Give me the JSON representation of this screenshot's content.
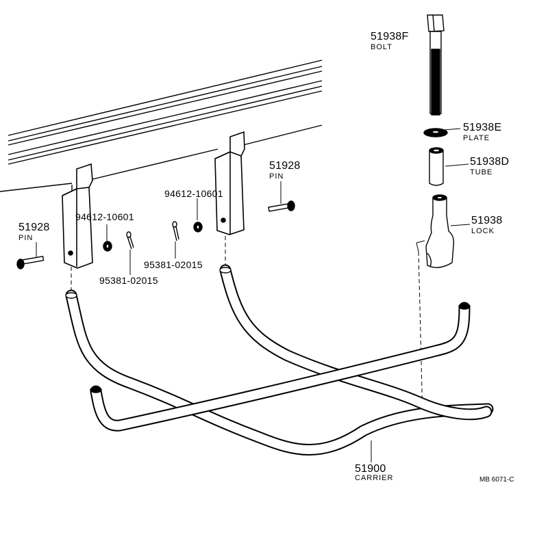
{
  "parts": {
    "bolt": {
      "number": "51938F",
      "name": "BOLT"
    },
    "plate": {
      "number": "51938E",
      "name": "PLATE"
    },
    "tube": {
      "number": "51938D",
      "name": "TUBE"
    },
    "lock": {
      "number": "51938",
      "name": "LOCK"
    },
    "pin_left": {
      "number": "51928",
      "name": "PIN"
    },
    "pin_right": {
      "number": "51928",
      "name": "PIN"
    },
    "washer_left": {
      "number": "94612-10601"
    },
    "washer_right": {
      "number": "94612-10601"
    },
    "cotter_left": {
      "number": "95381-02015"
    },
    "cotter_right": {
      "number": "95381-02015"
    },
    "carrier": {
      "number": "51900",
      "name": "CARRIER"
    }
  },
  "diagram_code": "MB 6071-C"
}
